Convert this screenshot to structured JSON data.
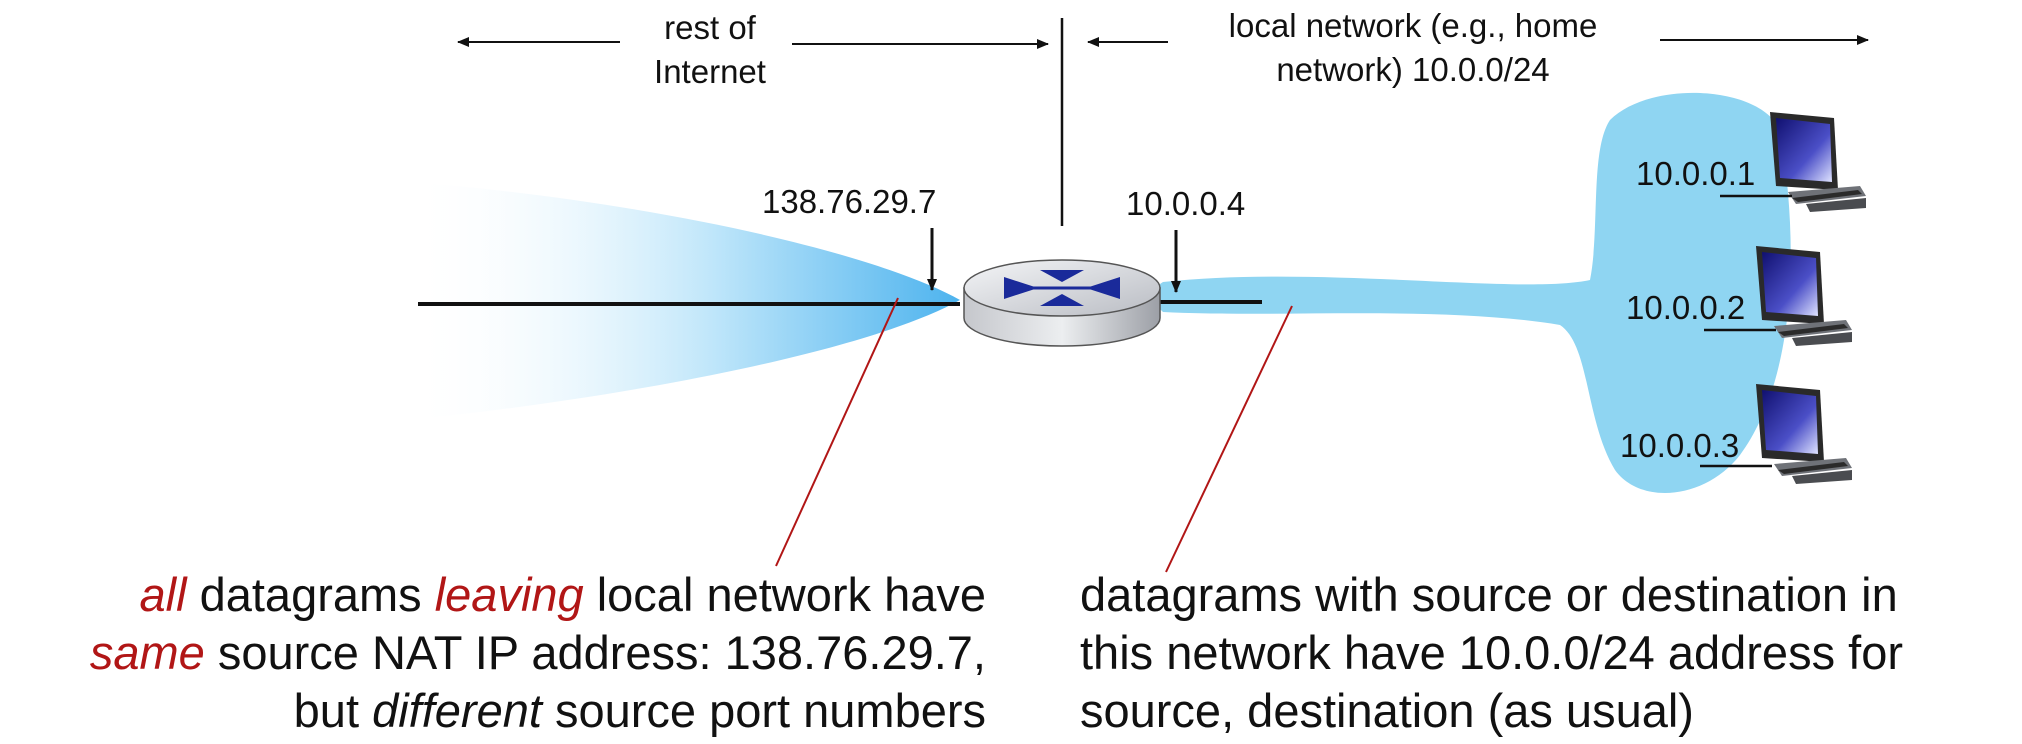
{
  "labels": {
    "internet_line1": "rest of",
    "internet_line2": "Internet",
    "local_line1": "local network (e.g., home",
    "local_line2": "network) 10.0.0/24",
    "wan_ip": "138.76.29.7",
    "lan_ip": "10.0.0.4",
    "host1": "10.0.0.1",
    "host2": "10.0.0.2",
    "host3": "10.0.0.3"
  },
  "left_caption": {
    "l1_all": "all",
    "l1_a": " datagrams ",
    "l1_leaving": "leaving",
    "l1_b": " local network have",
    "l2_same": "same",
    "l2_rest": " source NAT IP address: 138.76.29.7,",
    "l3_a": "but ",
    "l3_different": "different",
    "l3_b": " source port numbers"
  },
  "right_caption": {
    "line1": "datagrams with source or destination in",
    "line2": "this network have 10.0.0/24 address for",
    "line3": "source, destination (as usual)"
  },
  "colors": {
    "accent_red": "#b11616",
    "cloud_blue": "#8fd5f2",
    "router_blue": "#1a2a9a"
  }
}
